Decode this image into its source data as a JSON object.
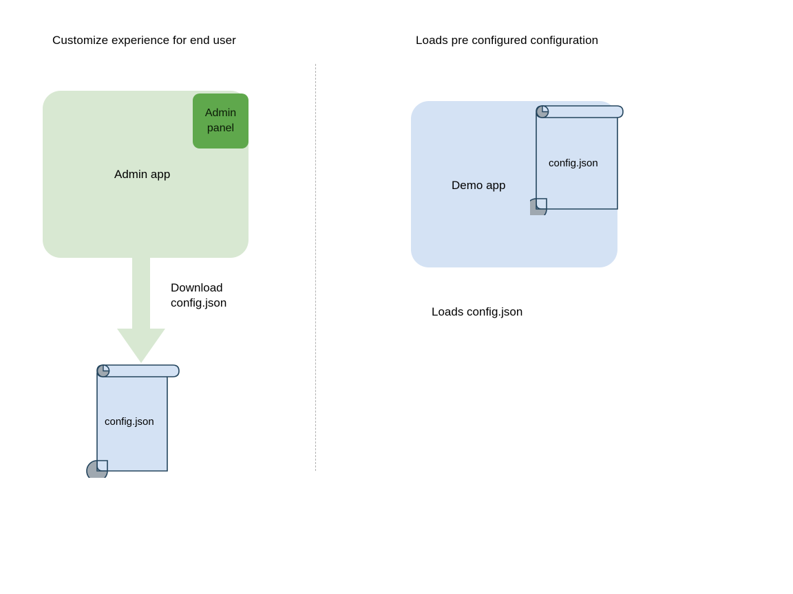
{
  "diagram": {
    "title_left": "Customize experience for end user",
    "title_right": "Loads pre configured configuration",
    "divider": "vertical-dashed-divider",
    "left_flow": {
      "app": {
        "label": "Admin app",
        "fill_color": "#d8e8d2",
        "panel": {
          "label": "Admin\npanel",
          "fill_color": "#5fa84c"
        }
      },
      "arrow": {
        "label": "Download\nconfig.json",
        "direction": "down",
        "fill_color": "#d8e8d2"
      },
      "document": {
        "label": "config.json",
        "fill_color": "#d4e2f4",
        "stroke_color": "#23445d",
        "roll_color": "#9fa8b0"
      }
    },
    "right_flow": {
      "app": {
        "label": "Demo app",
        "fill_color": "#d4e2f4"
      },
      "document": {
        "label": "config.json",
        "fill_color": "#d4e2f4",
        "stroke_color": "#23445d",
        "roll_color": "#9fa8b0"
      },
      "caption": "Loads config.json"
    }
  }
}
